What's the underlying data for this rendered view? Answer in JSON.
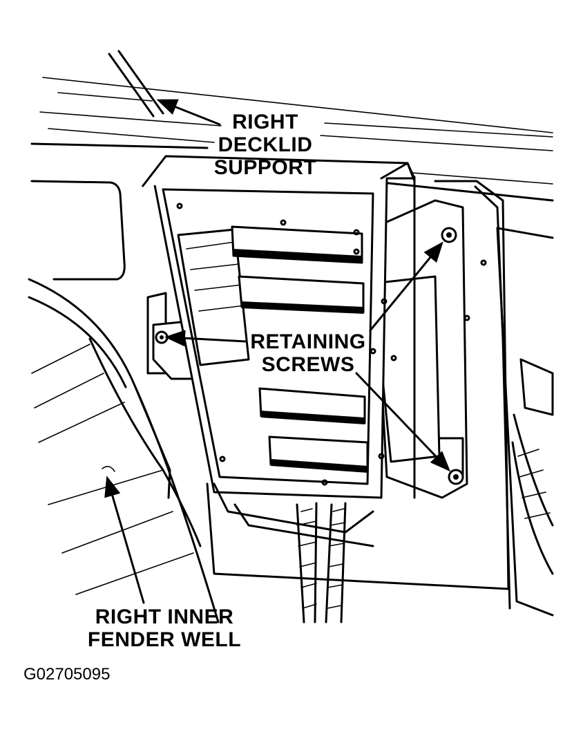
{
  "labels": {
    "decklid_line1": "RIGHT",
    "decklid_line2": "DECKLID",
    "decklid_line3": "SUPPORT",
    "screws_line1": "RETAINING",
    "screws_line2": "SCREWS",
    "fender_line1": "RIGHT INNER",
    "fender_line2": "FENDER WELL"
  },
  "figure_code": "G02705095"
}
